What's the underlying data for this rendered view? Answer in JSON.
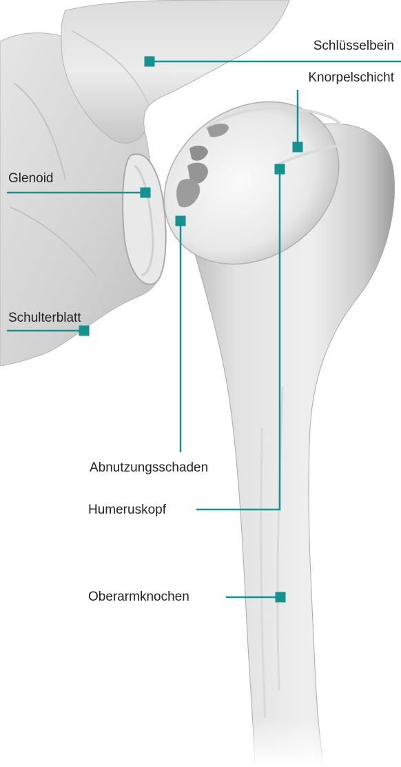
{
  "diagram": {
    "accent_color": "#12938f",
    "labels": {
      "schluesselbein": "Schlüsselbein",
      "knorpelschicht": "Knorpelschicht",
      "glenoid": "Glenoid",
      "schulterblatt": "Schulterblatt",
      "abnutzungsschaden": "Abnutzungsschaden",
      "humeruskopf": "Humeruskopf",
      "oberarmknochen": "Oberarmknochen"
    }
  }
}
